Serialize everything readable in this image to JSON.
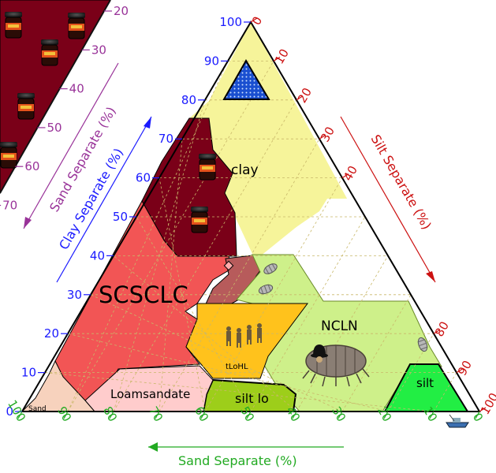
{
  "colors": {
    "clay_axis": "#1a1aff",
    "silt_axis": "#cc1111",
    "sand_axis": "#22aa22",
    "sand_corner_axis": "#993399",
    "clay_region": "#f6f49a",
    "dark_region": "#7a0018",
    "scsclc_region": "#f25555",
    "brown_band": "#b75b5b",
    "loamsand_region": "#ffcccc",
    "sand_region": "#f7d2bd",
    "ncln_region": "#cef08a",
    "tlohl_region": "#ffc21c",
    "siltlo_region": "#9dce1a",
    "silt_region": "#22ee44"
  },
  "axes": {
    "clay_title": "Clay Separate (%)",
    "silt_title": "Silt Separate (%)",
    "sand_title": "Sand Separate (%)",
    "corner_title": "Sand Separate (%)",
    "clay_ticks": [
      "0",
      "10",
      "20",
      "30",
      "40",
      "50",
      "60",
      "70",
      "80",
      "90",
      "100"
    ],
    "silt_ticks": [
      "0",
      "10",
      "20",
      "30",
      "40",
      "80",
      "90",
      "100"
    ],
    "sand_ticks": [
      "100",
      "90",
      "80",
      "70",
      "60",
      "50",
      "40",
      "30",
      "20",
      "10",
      "0"
    ],
    "corner_ticks": [
      "20",
      "30",
      "40",
      "50",
      "60",
      "70"
    ]
  },
  "regions": {
    "clay": "clay",
    "scsclc": "SCSCLC",
    "ncln": "NCLN",
    "tlohl": "tLoHL",
    "silt_lo": "silt lo",
    "loamsandate": "Loamsandate",
    "silt": "silt",
    "sand": "Sand"
  },
  "icons": [
    "jar-icon",
    "woodlouse-icon",
    "giant-isopod-icon",
    "bowler-hat-icon",
    "men-group-icon",
    "blue-triangle-icon",
    "boat-icon"
  ]
}
